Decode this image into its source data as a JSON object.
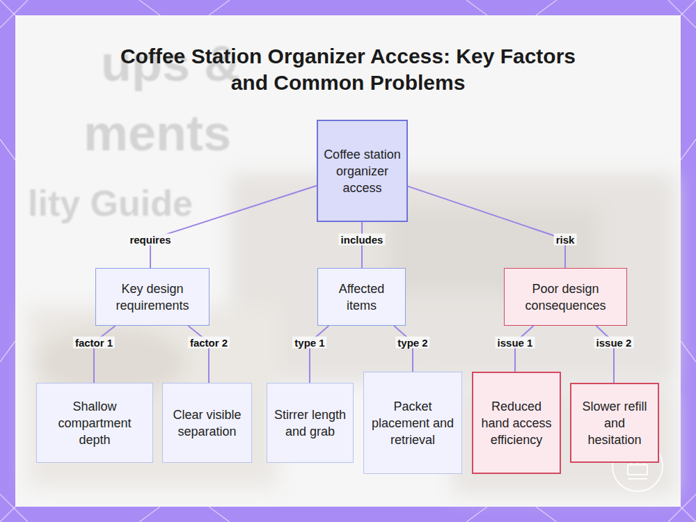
{
  "diagram": {
    "title": "Coffee Station Organizer Access: Key Factors and Common Problems",
    "nodes": [
      {
        "text": [
          "Coffee station organizer access"
        ]
      },
      {
        "text": [
          "Key design requirements"
        ]
      },
      {
        "text": [
          "Affected items"
        ]
      },
      {
        "text": [
          "Poor design consequences"
        ]
      },
      {
        "text": [
          "Shallow compartment depth"
        ]
      },
      {
        "text": [
          "Clear visible separation"
        ]
      },
      {
        "text": [
          "Stirrer length and grab"
        ]
      },
      {
        "text": [
          "Packet placement and retrieval"
        ]
      },
      {
        "text": [
          "Reduced hand access efficiency"
        ]
      },
      {
        "text": [
          "Slower refill and hesitation"
        ]
      }
    ],
    "edges": [
      {
        "from": 0,
        "to": 1,
        "label": "requires",
        "arrow": "none"
      },
      {
        "from": 0,
        "to": 2,
        "label": "includes",
        "arrow": "none"
      },
      {
        "from": 0,
        "to": 3,
        "label": "risk",
        "arrow": "none"
      },
      {
        "from": 1,
        "to": 4,
        "label": "factor 1",
        "arrow": "none"
      },
      {
        "from": 1,
        "to": 5,
        "label": "factor 2",
        "arrow": "none"
      },
      {
        "from": 2,
        "to": 6,
        "label": "type 1",
        "arrow": "none"
      },
      {
        "from": 2,
        "to": 7,
        "label": "type 2",
        "arrow": "none"
      },
      {
        "from": 3,
        "to": 8,
        "label": "issue 1",
        "arrow": "none"
      },
      {
        "from": 3,
        "to": 9,
        "label": "issue 2",
        "arrow": "none"
      }
    ],
    "labels": [
      "ups &",
      "ments",
      "lity Guide"
    ]
  }
}
